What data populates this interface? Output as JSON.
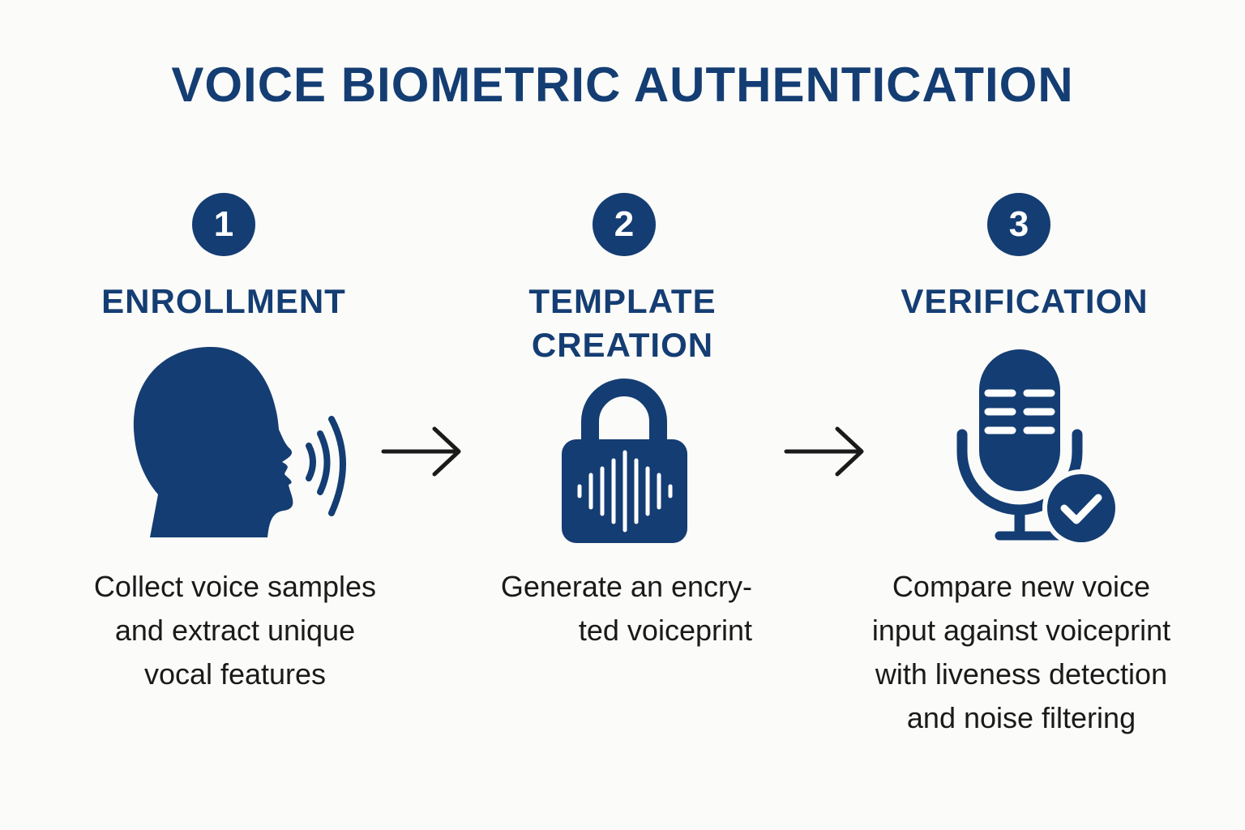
{
  "colors": {
    "primary": "#143d73",
    "text": "#1a1a1a",
    "arrow": "#1a1a1a",
    "background": "#fbfbf9"
  },
  "title": "VOICE BIOMETRIC AUTHENTICATION",
  "steps": [
    {
      "number": "1",
      "title": "ENROLLMENT",
      "icon": "speaking-head-icon",
      "description": "Collect voice samples\nand extract unique\nvocal features"
    },
    {
      "number": "2",
      "title": "TEMPLATE\nCREATION",
      "icon": "voice-lock-icon",
      "description": "Generate an encry-\nted voiceprint"
    },
    {
      "number": "3",
      "title": "VERIFICATION",
      "icon": "microphone-check-icon",
      "description": "Compare new voice\ninput against voiceprint\nwith liveness detection\nand noise filtering"
    }
  ],
  "arrows": [
    "right-arrow-icon",
    "right-arrow-icon"
  ]
}
